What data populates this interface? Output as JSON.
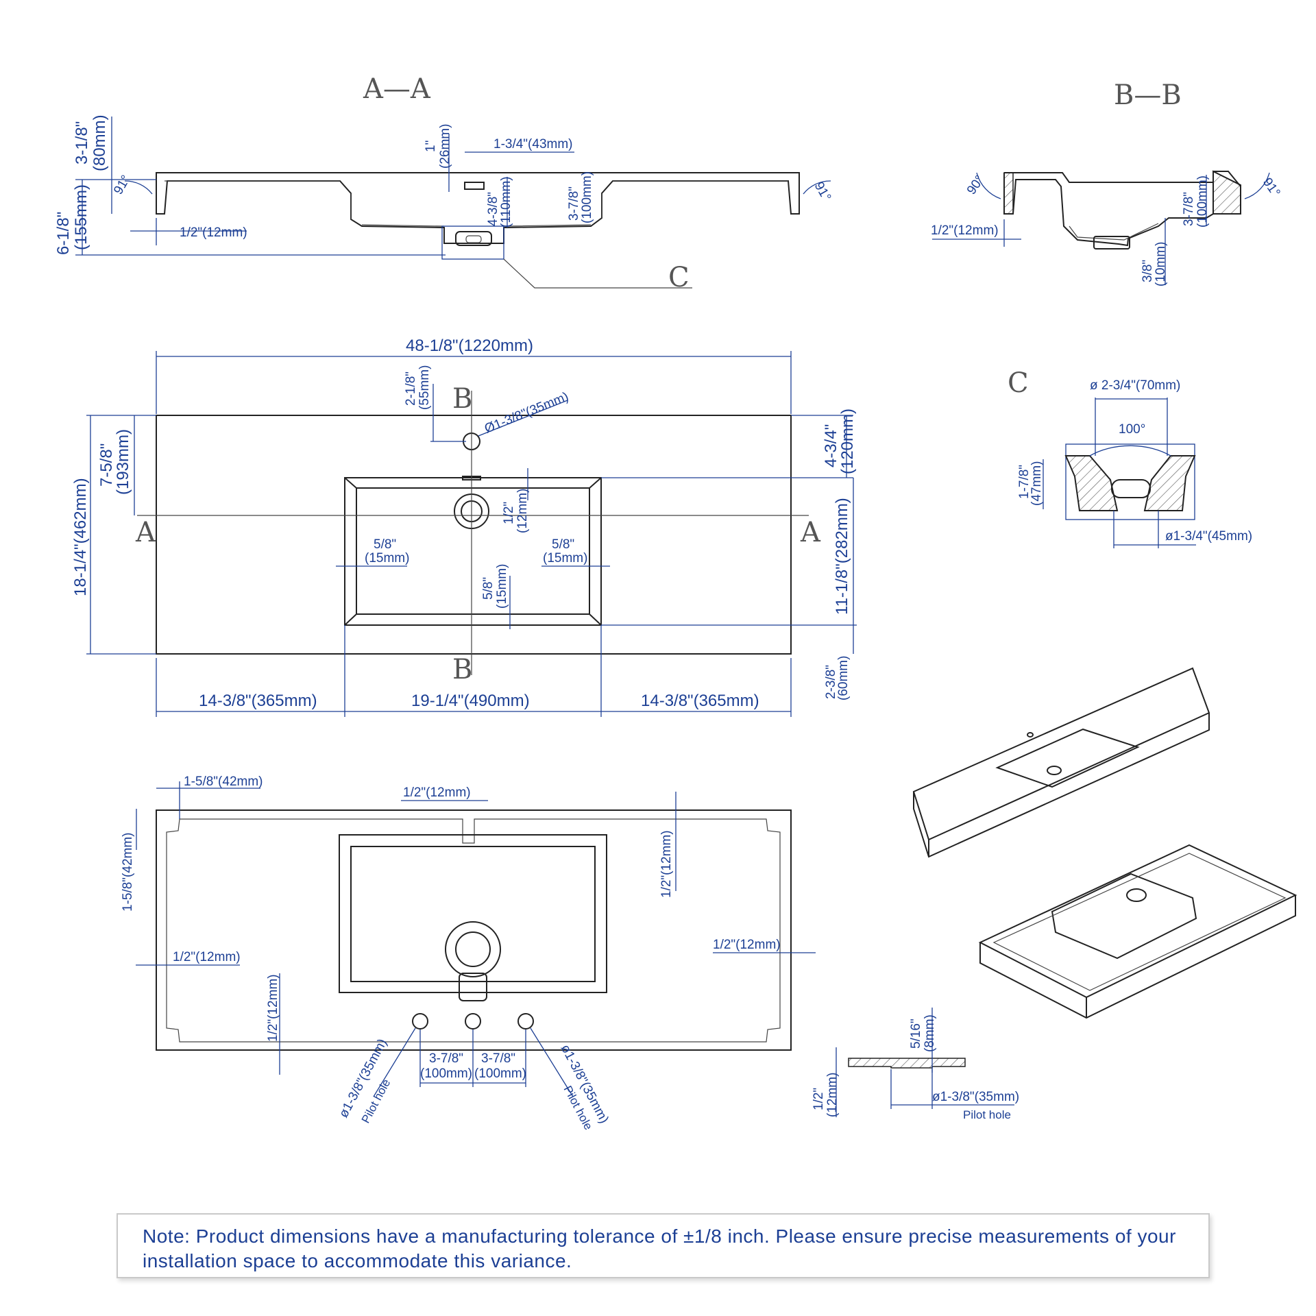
{
  "section_labels": {
    "aa": "A—A",
    "bb": "B—B",
    "c_callout": "C",
    "c_detail": "C",
    "a_left": "A",
    "a_right": "A",
    "b_top": "B",
    "b_bottom": "B"
  },
  "section_aa": {
    "height_total": "6-1/8\"",
    "height_total_mm": "(155mm)",
    "rim_height": "3-1/8\"",
    "rim_height_mm": "(80mm)",
    "drop": "1\"",
    "drop_mm": "(26mm)",
    "slot_width": "1-3/4\"(43mm)",
    "basin_depth": "4-3/8\"",
    "basin_depth_mm": "(110mm)",
    "inner_depth": "3-7/8\"",
    "inner_depth_mm": "(100mm)",
    "wall": "1/2\"(12mm)",
    "angle_left": "91°",
    "angle_right": "91°"
  },
  "section_bb": {
    "angle_left": "90°",
    "angle_right": "91°",
    "wall": "1/2\"(12mm)",
    "inner_depth": "3-7/8\"",
    "inner_depth_mm": "(100mm)",
    "bottom": "3/8\"",
    "bottom_mm": "(10mm)"
  },
  "top_view": {
    "overall_width": "48-1/8\"(1220mm)",
    "overall_depth": "18-1/4\"(462mm)",
    "basin_from_back": "7-5/8\"",
    "basin_from_back_mm": "(193mm)",
    "tap_from_back": "2-1/8\"",
    "tap_from_back_mm": "(55mm)",
    "tap_hole": "Ø1-3/8\"(35mm)",
    "rim_to_basin": "4-3/4\"",
    "rim_to_basin_mm": "(120mm)",
    "basin_depth": "11-1/8\"(282mm)",
    "front_rim": "2-3/8\"",
    "front_rim_mm": "(60mm)",
    "inner_left": "5/8\"",
    "inner_left_mm": "(15mm)",
    "inner_right": "5/8\"",
    "inner_right_mm": "(15mm)",
    "inner_bottom": "5/8\"",
    "inner_bottom_mm": "(15mm)",
    "inner_top": "1/2\"",
    "inner_top_mm": "(12mm)",
    "left_deck": "14-3/8\"(365mm)",
    "basin_width": "19-1/4\"(490mm)",
    "right_deck": "14-3/8\"(365mm)"
  },
  "detail_c": {
    "top_dia": "ø 2-3/4\"(70mm)",
    "angle": "100°",
    "height": "1-7/8\"",
    "height_mm": "(47mm)",
    "bottom_dia": "ø1-3/4\"(45mm)"
  },
  "bottom_view": {
    "corner": "1-5/8\"(42mm)",
    "corner_vertical": "1-5/8\"(42mm)",
    "slot": "1/2\"(12mm)",
    "rib_right_vertical": "1/2\"(12mm)",
    "rib_left": "1/2\"(12mm)",
    "rib_right": "1/2\"(12mm)",
    "rib_bottom_vertical": "1/2\"(12mm)",
    "spacing_left": "3-7/8\"",
    "spacing_left_mm": "(100mm)",
    "spacing_right": "3-7/8\"",
    "spacing_right_mm": "(100mm)",
    "pilot_left": "ø1-3/8\"(35mm)",
    "pilot_left_label": "Pilot hole",
    "pilot_right": "ø1-3/8\"(35mm)",
    "pilot_right_label": "Pilot hole"
  },
  "pilot_detail": {
    "depth": "5/16\"",
    "depth_mm": "(8mm)",
    "thickness": "1/2\"",
    "thickness_mm": "(12mm)",
    "dia": "ø1-3/8\"(35mm)",
    "label": "Pilot hole"
  },
  "note": "Note: Product dimensions have a manufacturing tolerance of ±1/8 inch. Please ensure precise measurements of your installation space to accommodate this variance."
}
